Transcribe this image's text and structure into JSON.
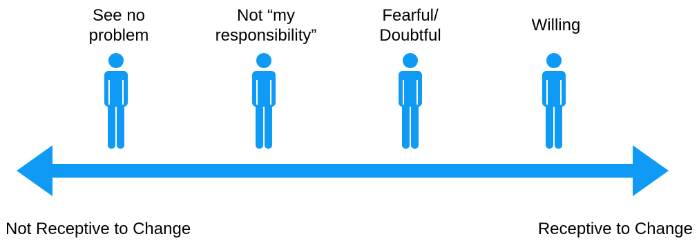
{
  "colors": {
    "accent": "#0f9bf5",
    "text": "#000000",
    "background": "#ffffff"
  },
  "figures": [
    {
      "label": "See no\nproblem",
      "icon": "person-icon"
    },
    {
      "label": "Not “my\nresponsibility”",
      "icon": "person-icon"
    },
    {
      "label": "Fearful/\nDoubtful",
      "icon": "person-icon"
    },
    {
      "label": "Willing",
      "icon": "person-icon"
    }
  ],
  "spectrum": {
    "left_label": "Not Receptive to Change",
    "right_label": "Receptive to Change",
    "icon": "double-arrow-icon"
  }
}
